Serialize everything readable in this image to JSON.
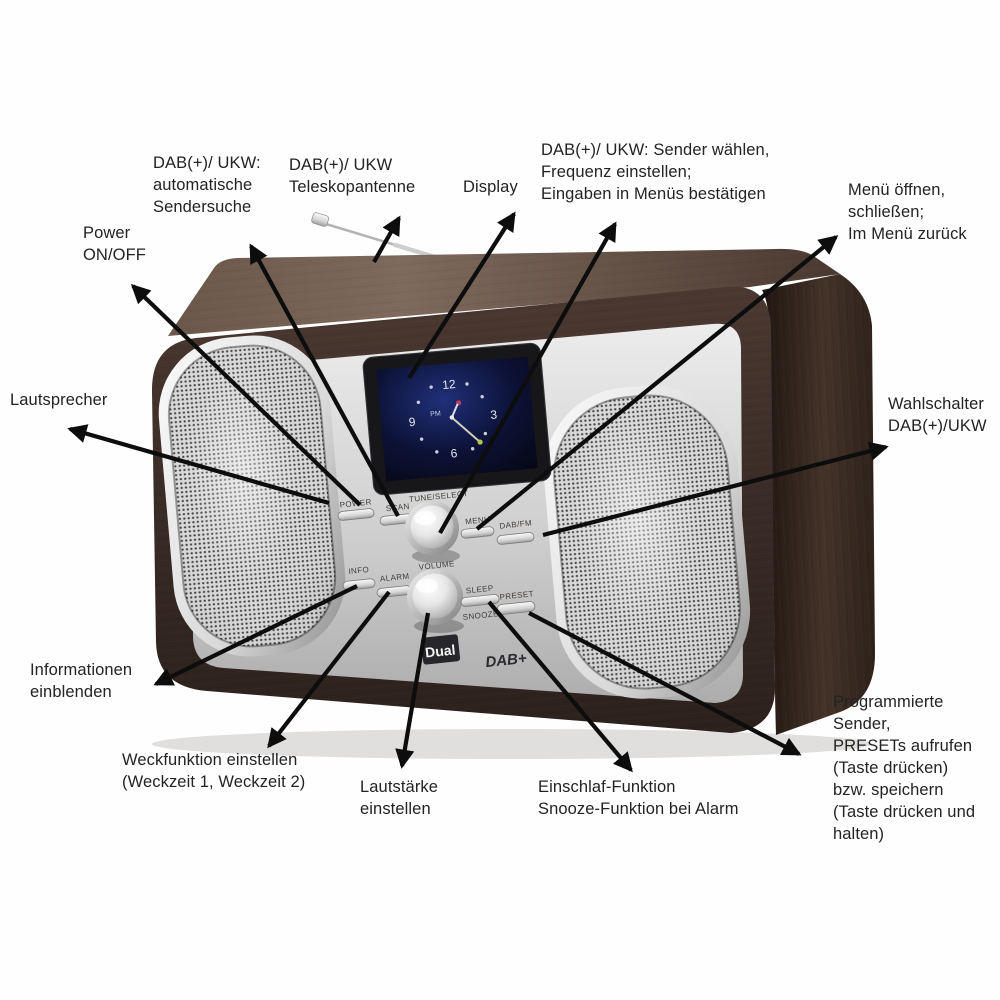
{
  "title": "Dual DAB+ radio annotated control diagram",
  "annotations": {
    "power": "Power\nON/OFF",
    "scan": "DAB(+)/ UKW:\nautomatische\nSendersuche",
    "antenna": "DAB(+)/ UKW\nTeleskopantenne",
    "display": "Display",
    "tune": "DAB(+)/ UKW: Sender wählen,\nFrequenz einstellen;\nEingaben in Menüs bestätigen",
    "menu": "Menü öffnen,\nschließen;\nIm Menü zurück",
    "speaker": "Lautsprecher",
    "selector": "Wahlschalter\nDAB(+)/UKW",
    "info": "Informationen\neinblenden",
    "alarm": "Weckfunktion einstellen\n(Weckzeit 1, Weckzeit 2)",
    "volume": "Lautstärke\neinstellen",
    "sleep": "Einschlaf-Funktion\nSnooze-Funktion bei Alarm",
    "preset": "Programmierte\nSender,\nPRESETs aufrufen\n(Taste drücken)\nbzw. speichern\n(Taste drücken und\nhalten)"
  },
  "device": {
    "brand": "Dual",
    "dab_logo": "DAB+",
    "buttons": {
      "power": "POWER",
      "scan": "SCAN",
      "tune": "TUNE/SELECT",
      "menu": "MENU",
      "dabfm": "DAB/FM",
      "info": "INFO",
      "alarm": "ALARM",
      "volume": "VOLUME",
      "sleep": "SLEEP",
      "snooze": "SNOOZE",
      "preset": "PRESET"
    },
    "clock": {
      "twelve": "12",
      "three": "3",
      "six": "6",
      "nine": "9",
      "meridiem": "PM"
    }
  },
  "colors": {
    "wood_dark": "#362923",
    "panel_silver": "#d6d6d6",
    "screen_blue": "#0b1030",
    "arrow_black": "#0d0d0d"
  }
}
